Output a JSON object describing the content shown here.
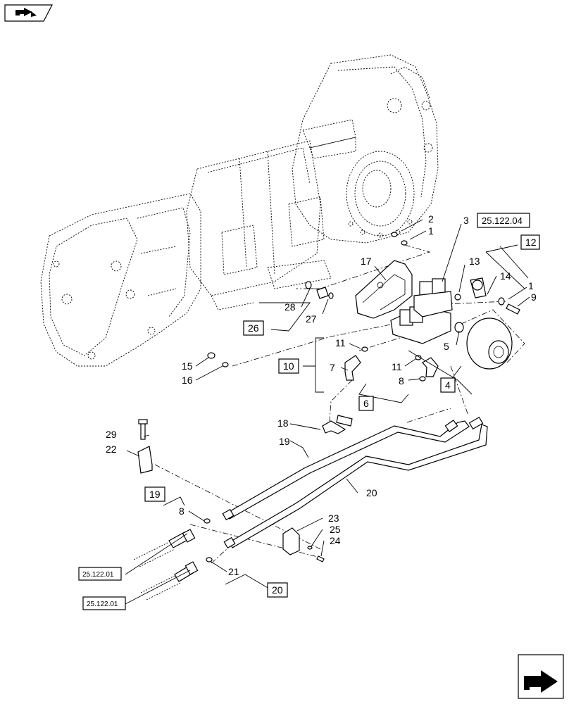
{
  "labels": {
    "l1a": "1",
    "l1b": "1",
    "l2": "2",
    "l3": "3",
    "l5": "5",
    "l7": "7",
    "l8a": "8",
    "l8b": "8",
    "l9": "9",
    "l11a": "11",
    "l11b": "11",
    "l13": "13",
    "l14": "14",
    "l15": "15",
    "l16": "16",
    "l17": "17",
    "l18": "18",
    "l19": "19",
    "l20": "20",
    "l21": "21",
    "l22": "22",
    "l23": "23",
    "l24": "24",
    "l25": "25",
    "l27": "27",
    "l28": "28",
    "l29": "29"
  },
  "boxes": {
    "b12": "12",
    "b4": "4",
    "b6": "6",
    "b10": "10",
    "b26": "26",
    "b19": "19",
    "b20": "20"
  },
  "refs": {
    "top": "25.122.04",
    "left1": "25.122.01",
    "left2": "25.122.01"
  }
}
